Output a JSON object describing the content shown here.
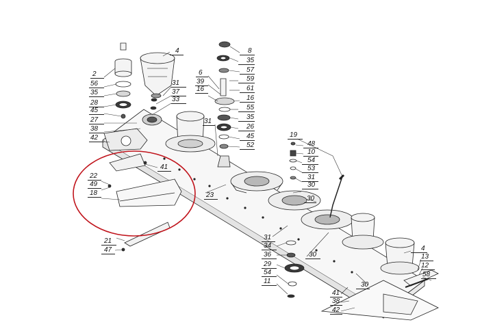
{
  "diagram": {
    "highlight_color": "#c0141c",
    "line_color": "#222222",
    "part_fill": "#f4f4f4",
    "part_dark": "#7a7a7a",
    "part_labels": {
      "l1": "4",
      "l2": "2",
      "l3": "56",
      "l4": "35",
      "l5": "28",
      "l6": "45",
      "l7": "27",
      "l8": "38",
      "l9": "42",
      "l10": "31",
      "l11": "37",
      "l12": "33",
      "l13": "6",
      "l14": "39",
      "l15": "16",
      "l16": "8",
      "l17": "35",
      "l18": "57",
      "l19": "59",
      "l20": "61",
      "l21": "16",
      "l22": "55",
      "l23": "35",
      "l24": "26",
      "l25": "45",
      "l26": "52",
      "l27": "31",
      "l28": "41",
      "l29": "22",
      "l30": "49",
      "l31": "18",
      "l32": "21",
      "l33": "47",
      "l34": "23",
      "l35": "19",
      "l36": "48",
      "l37": "10",
      "l38": "54",
      "l39": "53",
      "l40": "31",
      "l41": "30",
      "l42": "30",
      "l43": "31",
      "l44": "34",
      "l45": "36",
      "l46": "29",
      "l47": "54",
      "l48": "11",
      "l49": "30",
      "l50": "4",
      "l51": "13",
      "l52": "12",
      "l53": "58",
      "l54": "30",
      "l55": "41",
      "l56": "38",
      "l57": "42"
    }
  }
}
